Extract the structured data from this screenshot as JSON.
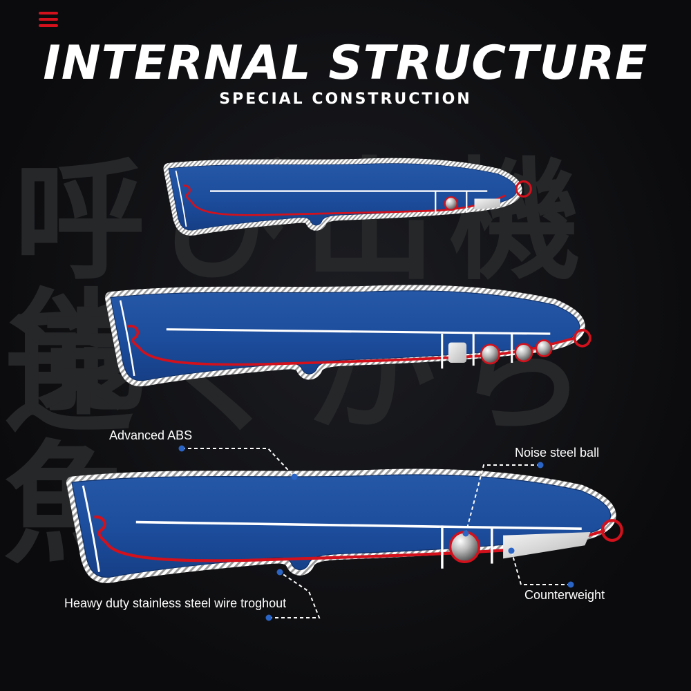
{
  "header": {
    "title": "INTERNAL STRUCTURE",
    "subtitle": "SPECIAL CONSTRUCTION"
  },
  "background": {
    "kanji_top": "呼び出機能",
    "kanji_bottom": "遠くから魚"
  },
  "callouts": {
    "abs": "Advanced ABS",
    "ball": "Noise steel ball",
    "wire": "Heawy duty stainless steel wire troghout",
    "weight": "Counterweight"
  },
  "colors": {
    "body": "#1a4fa0",
    "wire": "#d3111c",
    "accent_dot": "#2a64c5",
    "menu": "#d3111c"
  },
  "icons": [
    "menu-icon"
  ]
}
